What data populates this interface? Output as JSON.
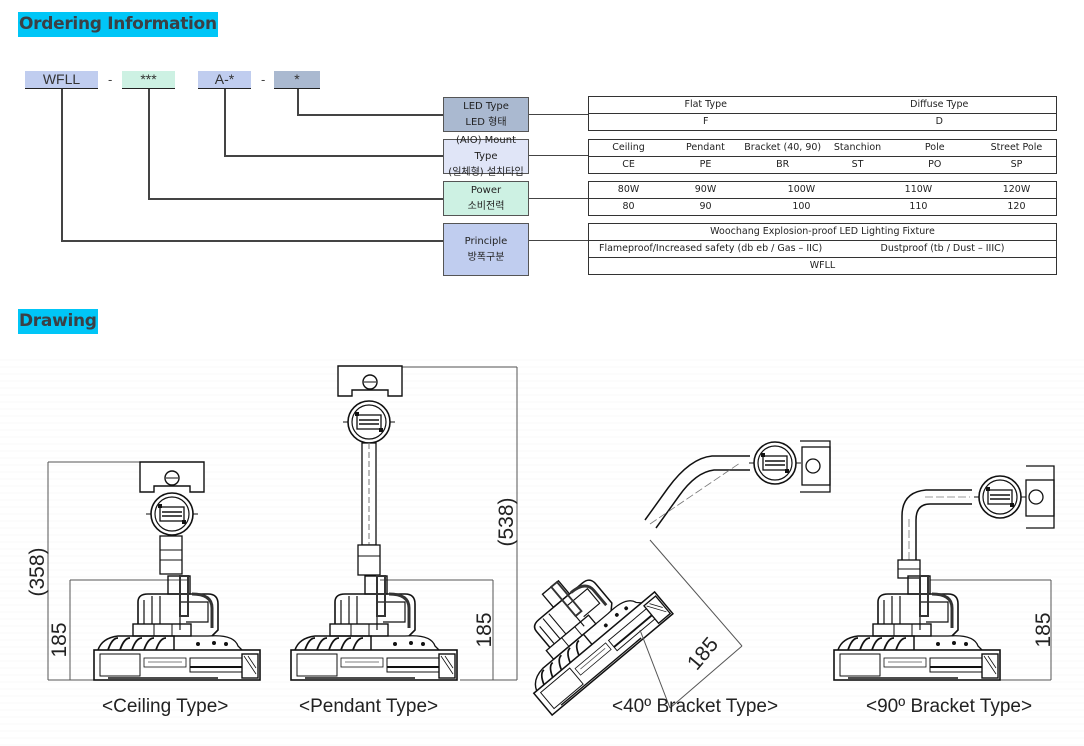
{
  "sections": {
    "ordering": {
      "title": "Ordering Information"
    },
    "drawing": {
      "title": "Drawing"
    }
  },
  "colors": {
    "heading_bg": "#00c6f7",
    "principle": "#c0cdef",
    "power": "#cdf1e3",
    "mount": "#e0e5f7",
    "led": "#aab9d0"
  },
  "code": {
    "segments": [
      "WFLL",
      "***",
      "A-*",
      "*"
    ],
    "separators": [
      "-",
      "-"
    ]
  },
  "categories": [
    {
      "key": "led",
      "label_en": "LED Type",
      "label_ko": "LED 형태",
      "rows": [
        [
          "Flat Type",
          "Diffuse Type"
        ],
        [
          "F",
          "D"
        ]
      ]
    },
    {
      "key": "mount",
      "label_en": "(AIO) Mount Type",
      "label_ko": "(일체형) 설치타입",
      "rows": [
        [
          "Ceiling",
          "Pendant",
          "Bracket (40, 90)",
          "Stanchion",
          "Pole",
          "Street Pole"
        ],
        [
          "CE",
          "PE",
          "BR",
          "ST",
          "PO",
          "SP"
        ]
      ]
    },
    {
      "key": "power",
      "label_en": "Power",
      "label_ko": "소비전력",
      "rows": [
        [
          "80W",
          "90W",
          "100W",
          "110W",
          "120W"
        ],
        [
          "80",
          "90",
          "100",
          "110",
          "120"
        ]
      ]
    },
    {
      "key": "principle",
      "label_en": "Principle",
      "label_ko": "방폭구분",
      "rows": [
        [
          "Woochang Explosion-proof LED Lighting Fixture"
        ],
        [
          "Flameproof/Increased safety (db eb / Gas – IIC)",
          "Dustproof (tb / Dust – IIIC)"
        ],
        [
          "WFLL"
        ]
      ]
    }
  ],
  "drawings": [
    {
      "caption": "<Ceiling Type>",
      "dims": [
        "(358)",
        "185"
      ]
    },
    {
      "caption": "<Pendant Type>",
      "dims": [
        "(538)",
        "185"
      ]
    },
    {
      "caption": "<40º Bracket Type>",
      "dims": [
        "185"
      ]
    },
    {
      "caption": "<90º Bracket Type>",
      "dims": [
        "185"
      ]
    }
  ]
}
